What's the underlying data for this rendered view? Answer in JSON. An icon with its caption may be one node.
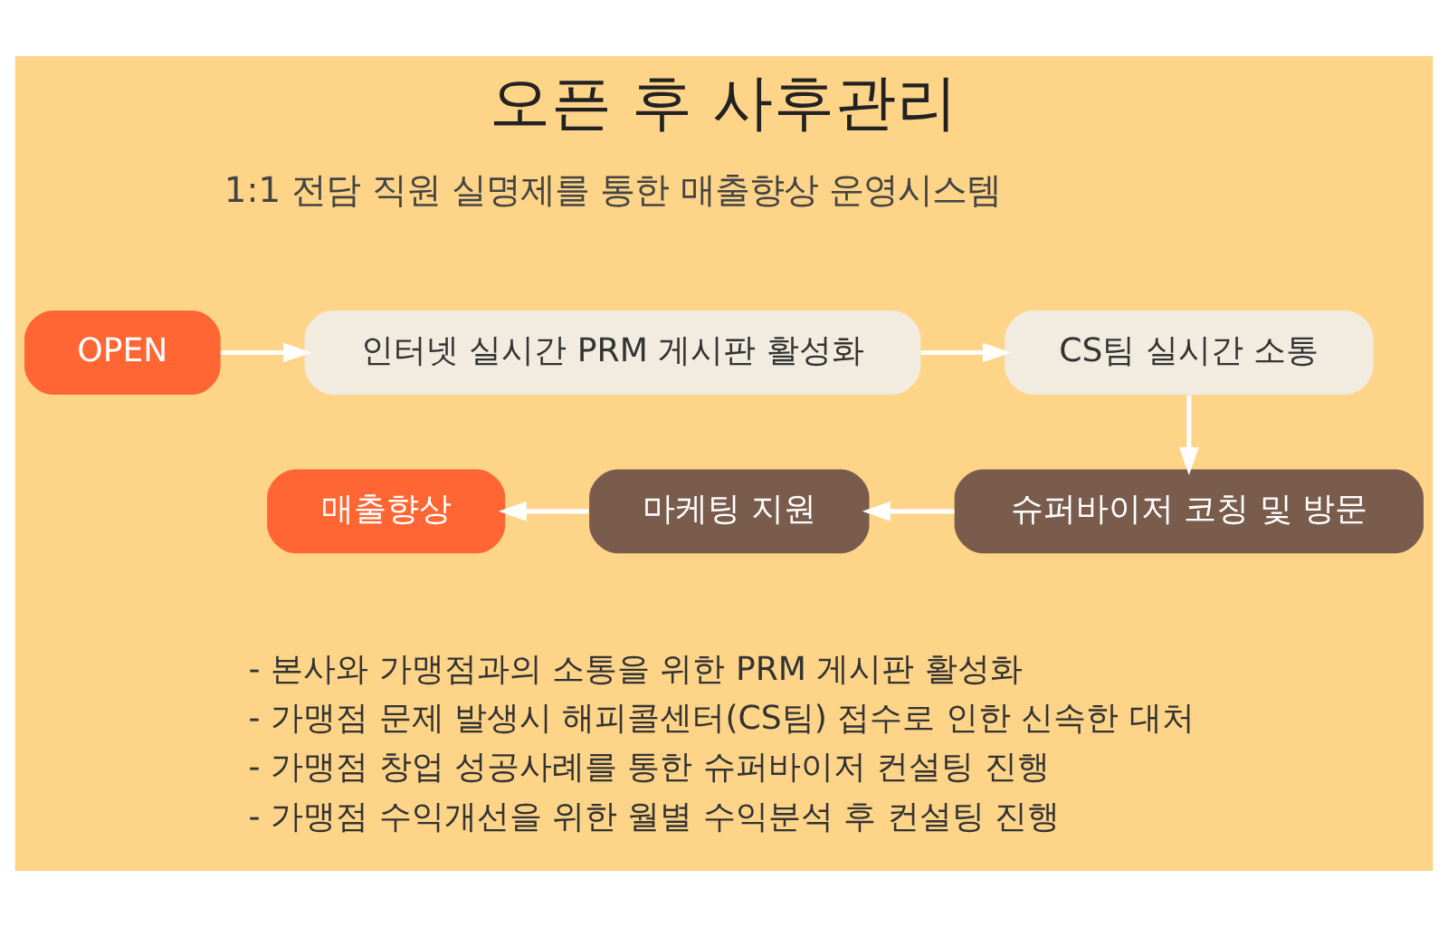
{
  "diagram": {
    "title": "오픈 후 사후관리",
    "nodes": [
      {
        "text": [
          "OPEN"
        ]
      },
      {
        "text": [
          "인터넷 실시간 PRM 게시판 활성화"
        ]
      },
      {
        "text": [
          "CS팀 실시간 소통"
        ]
      },
      {
        "text": [
          "슈퍼바이저 코칭 및 방문"
        ]
      },
      {
        "text": [
          "마케팅 지원"
        ]
      },
      {
        "text": [
          "매출향상"
        ]
      }
    ],
    "edges": [
      {
        "from": 0,
        "to": 1,
        "arrow": "to"
      },
      {
        "from": 1,
        "to": 2,
        "arrow": "to"
      },
      {
        "from": 2,
        "to": 3,
        "arrow": "to"
      },
      {
        "from": 3,
        "to": 4,
        "arrow": "to"
      },
      {
        "from": 4,
        "to": 5,
        "arrow": "to"
      }
    ],
    "labels": [
      "1:1 전담 직원 실명제를 통한 매출향상 운영시스템",
      "- 본사와 가맹점과의 소통을 위한 PRM 게시판 활성화",
      "- 가맹점 문제 발생시 해피콜센터(CS팀) 접수로 인한 신속한 대처",
      "- 가맹점 창업 성공사례를 통한 슈퍼바이저 컨설팅 진행",
      "- 가맹점 수익개선을 위한 월별 수익분석 후 컨설팅 진행"
    ]
  }
}
